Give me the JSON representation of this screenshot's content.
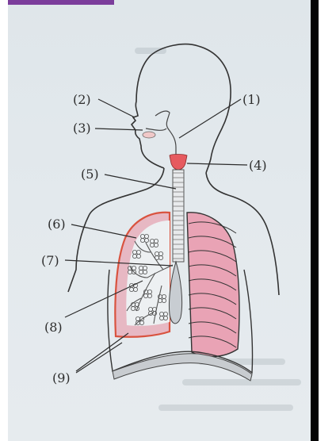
{
  "labels": {
    "l1": "(1)",
    "l2": "(2)",
    "l3": "(3)",
    "l4": "(4)",
    "l5": "(5)",
    "l6": "(6)",
    "l7": "(7)",
    "l8": "(8)",
    "l9": "(9)"
  },
  "colors": {
    "page": "#e3e9ed",
    "outline": "#333333",
    "throat": "#e65a5f",
    "lung_tissue": "#e9a3b5",
    "lung_border": "#d9533f",
    "diaphragm": "#c8ccd0"
  }
}
